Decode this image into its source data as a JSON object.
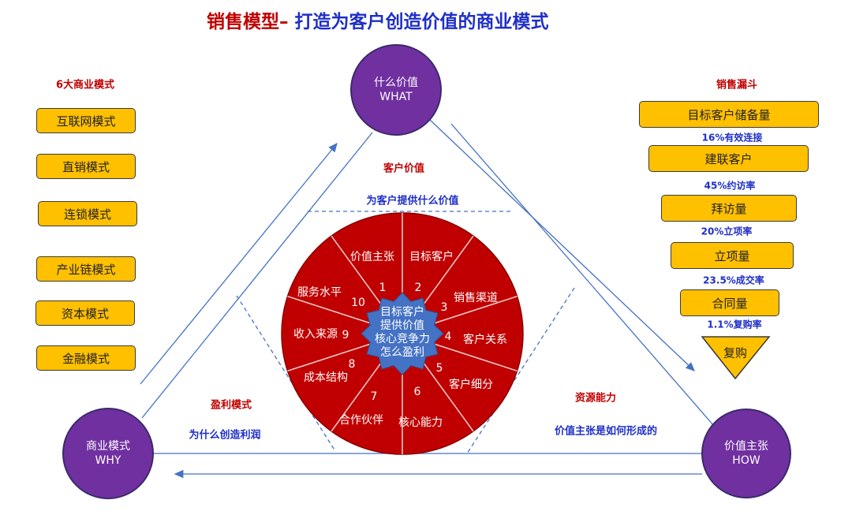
{
  "title": {
    "part1": "销售模型–",
    "part2": " 打造为客户创造价值的商业模式"
  },
  "left": {
    "heading": "6大商业模式",
    "items": [
      "互联网模式",
      "直销模式",
      "连锁模式",
      "产业链模式",
      "资本模式",
      "金融模式"
    ]
  },
  "circles": {
    "what": {
      "line1": "什么价值",
      "line2": "WHAT"
    },
    "why": {
      "line1": "商业模式",
      "line2": "WHY"
    },
    "how": {
      "line1": "价值主张",
      "line2": "HOW"
    }
  },
  "labels": {
    "customer_value": "客户价值",
    "customer_value_sub": "为客户提供什么价值",
    "profit": "盈利模式",
    "profit_sub": "为什么创造利润",
    "resource": "资源能力",
    "resource_sub": "价值主张是如何形成的"
  },
  "wheel": {
    "center": [
      "目标客户",
      "提供价值",
      "核心竞争力",
      "怎么盈利"
    ],
    "segments": [
      {
        "n": "1",
        "label": "价值主张"
      },
      {
        "n": "2",
        "label": "目标客户"
      },
      {
        "n": "3",
        "label": "销售渠道"
      },
      {
        "n": "4",
        "label": "客户关系"
      },
      {
        "n": "5",
        "label": "客户细分"
      },
      {
        "n": "6",
        "label": "核心能力"
      },
      {
        "n": "7",
        "label": "合作伙伴"
      },
      {
        "n": "8",
        "label": "成本结构"
      },
      {
        "n": "9",
        "label": "收入来源"
      },
      {
        "n": "10",
        "label": "服务水平"
      }
    ]
  },
  "funnel": {
    "heading": "销售漏斗",
    "stages": [
      "目标客户储备量",
      "建联客户",
      "拜访量",
      "立项量",
      "合同量"
    ],
    "rates": [
      "16%有效连接",
      "45%约访率",
      "20%立项率",
      "23.5%成交率",
      "1.1%复购率"
    ],
    "final": "复购"
  },
  "colors": {
    "red": "#c00000",
    "blue": "#1f2fc8",
    "wheel": "#c00000",
    "hub": "#4472c4",
    "circle": "#7030a0",
    "box": "#ffc000"
  }
}
